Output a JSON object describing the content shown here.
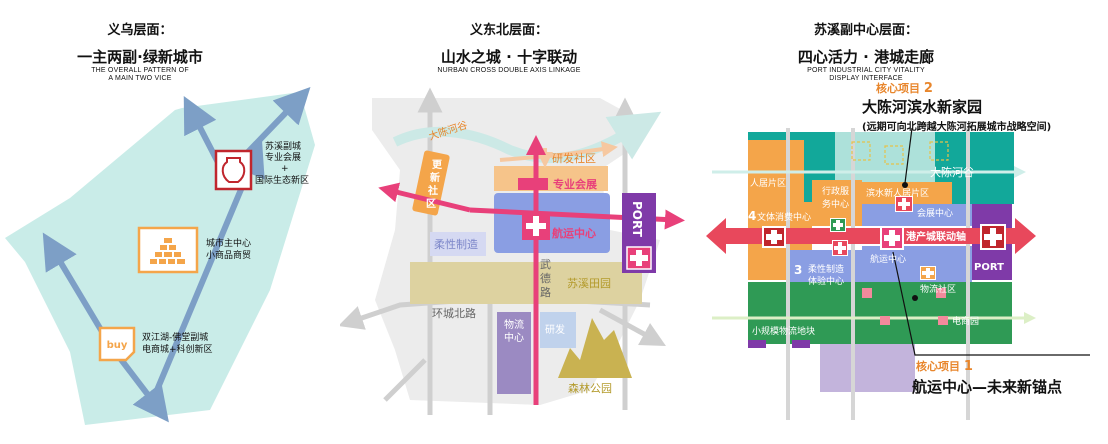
{
  "panel1": {
    "level": "义乌层面：",
    "title": "一主两副·绿新城市",
    "subtitle_en": [
      "THE OVERALL PATTERN OF",
      "A MAIN TWO VICE"
    ],
    "labels": {
      "suxi": [
        "苏溪副城",
        "专业会展",
        "+",
        "国际生态新区"
      ],
      "main": [
        "城市主中心",
        "小商品商贸"
      ],
      "shuangjiang": [
        "双江湖-佛堂副城",
        "电商城+科创新区"
      ],
      "buy": "buy"
    },
    "colors": {
      "zone": "#c9ece8",
      "arrow": "#7d9fc6",
      "red": "#c0262d",
      "orange": "#f4a54a"
    }
  },
  "panel2": {
    "level": "义东北层面：",
    "title": "山水之城 · 十字联动",
    "subtitle_en": "NURBAN CROSS DOUBLE AXIS LINKAGE",
    "labels": {
      "river": "大陈河谷",
      "yanfa": "研发社区",
      "gengxin": [
        "更",
        "新",
        "社",
        "区"
      ],
      "huizhan": "专业会展",
      "port": "PORT",
      "hangyun": "航运中心",
      "rouxing": "柔性制造",
      "wude": [
        "武",
        "德",
        "路"
      ],
      "tianyuan": "苏溪田园",
      "huancheng": "环城北路",
      "wuliu": [
        "物流",
        "中心"
      ],
      "yanfa2": "研发",
      "senlin": "森林公园"
    },
    "colors": {
      "pink": "#e8407a",
      "blue": "#8a9ee3",
      "orange": "#f4a54a",
      "purple": "#7f3aa8",
      "grey": "#d9d9d9"
    }
  },
  "panel3": {
    "level": "苏溪副中心层面：",
    "title": "四心活力 · 港城走廊",
    "subtitle_en": [
      "PORT INDUSTRIAL CITY VITALITY",
      "DISPLAY INTERFACE"
    ],
    "project2_label": "核心项目",
    "project2_num": "2",
    "project2_name": "大陈河滨水新家园",
    "project2_desc": "(远期可向北跨越大陈河拓展城市战略空间)",
    "project1_label": "核心项目",
    "project1_num": "1",
    "project1_name": "航运中心—未来新锚点",
    "labels": {
      "river": "大陈河谷",
      "renju": "人居片区",
      "xingzheng": [
        "行政服",
        "务中心"
      ],
      "binshui": "滨水新人居片区",
      "huizhan": "会展中心",
      "num4": "4",
      "wenti": "文体消费中心",
      "gangchan": "港产城联动轴",
      "num3": "3",
      "rouxing": [
        "柔性制造",
        "体验中心"
      ],
      "hangyun": "航运中心",
      "port": "PORT",
      "wuliu": "物流社区",
      "xiaoguimo": "小规模物流地块",
      "dianshang": "电商园"
    },
    "colors": {
      "teal": "#12a89a",
      "orange": "#f4a54a",
      "green": "#2f9a55",
      "blue": "#8a9ee3",
      "red": "#e8485c",
      "purple": "#7f3aa8"
    }
  }
}
